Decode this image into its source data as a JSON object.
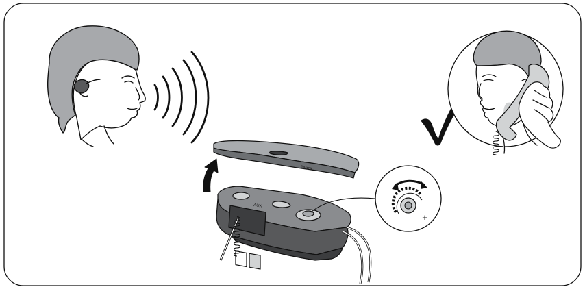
{
  "figure": {
    "base_brand": "Jabra",
    "aux_port_label": "AUX",
    "dial_minus": "–",
    "dial_plus": "+"
  },
  "icons": {
    "frame": "rounded-frame",
    "woman_head": "woman-with-headset-icon",
    "sound_waves": "sound-waves-icon",
    "lid": "base-cover-lid-icon",
    "lift_arrow": "lift-up-arrow-icon",
    "base": "headset-base-unit-icon",
    "dial": "volume-dial-icon",
    "checkmark": "checkmark-icon",
    "man_phone": "man-on-phone-icon"
  },
  "colors": {
    "line": "#111111",
    "face_fill": "#ffffff",
    "hair": "#a7a9ac",
    "skin_shadow": "#d1d3d4",
    "lid_top": "#a8abae",
    "lid_dark": "#6d7073",
    "base_body": "#58595b",
    "base_dark": "#3c3d3f"
  }
}
